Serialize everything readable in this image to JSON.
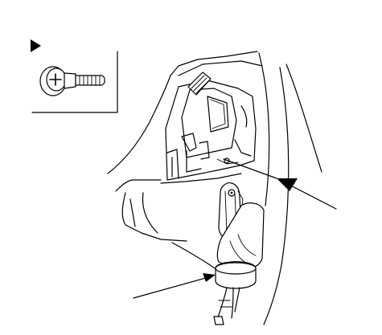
{
  "diagram": {
    "line_color": "#000000",
    "background_color": "#ffffff",
    "legend_box": {
      "marker_icon": "triangle-right-icon",
      "part_icon": "flange-bolt-icon"
    },
    "callouts": [
      {
        "name": "upper-leader",
        "target": "fastener-hole"
      },
      {
        "name": "lower-leader",
        "target": "connector-grommet"
      }
    ]
  }
}
